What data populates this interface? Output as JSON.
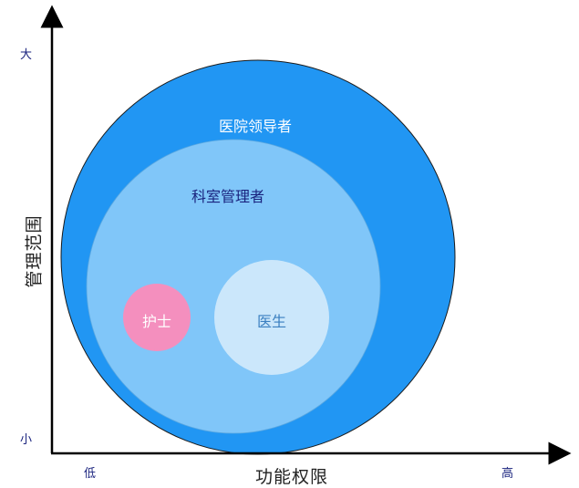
{
  "y_axis": {
    "title": "管理范围",
    "max_label": "大",
    "min_label": "小"
  },
  "x_axis": {
    "title": "功能权限",
    "min_label": "低",
    "max_label": "高"
  },
  "circles": {
    "leader": {
      "label": "医院领导者",
      "fill": "#2196f3",
      "text_color": "#ffffff"
    },
    "dept_manager": {
      "label": "科室管理者",
      "fill": "#80c6f9",
      "text_color": "#1a237e"
    },
    "nurse": {
      "label": "护士",
      "fill": "#f48fbe",
      "text_color": "#ffffff"
    },
    "doctor": {
      "label": "医生",
      "fill": "#cbe7fb",
      "text_color": "#3a7fc0"
    }
  },
  "axis_color": "#000000"
}
